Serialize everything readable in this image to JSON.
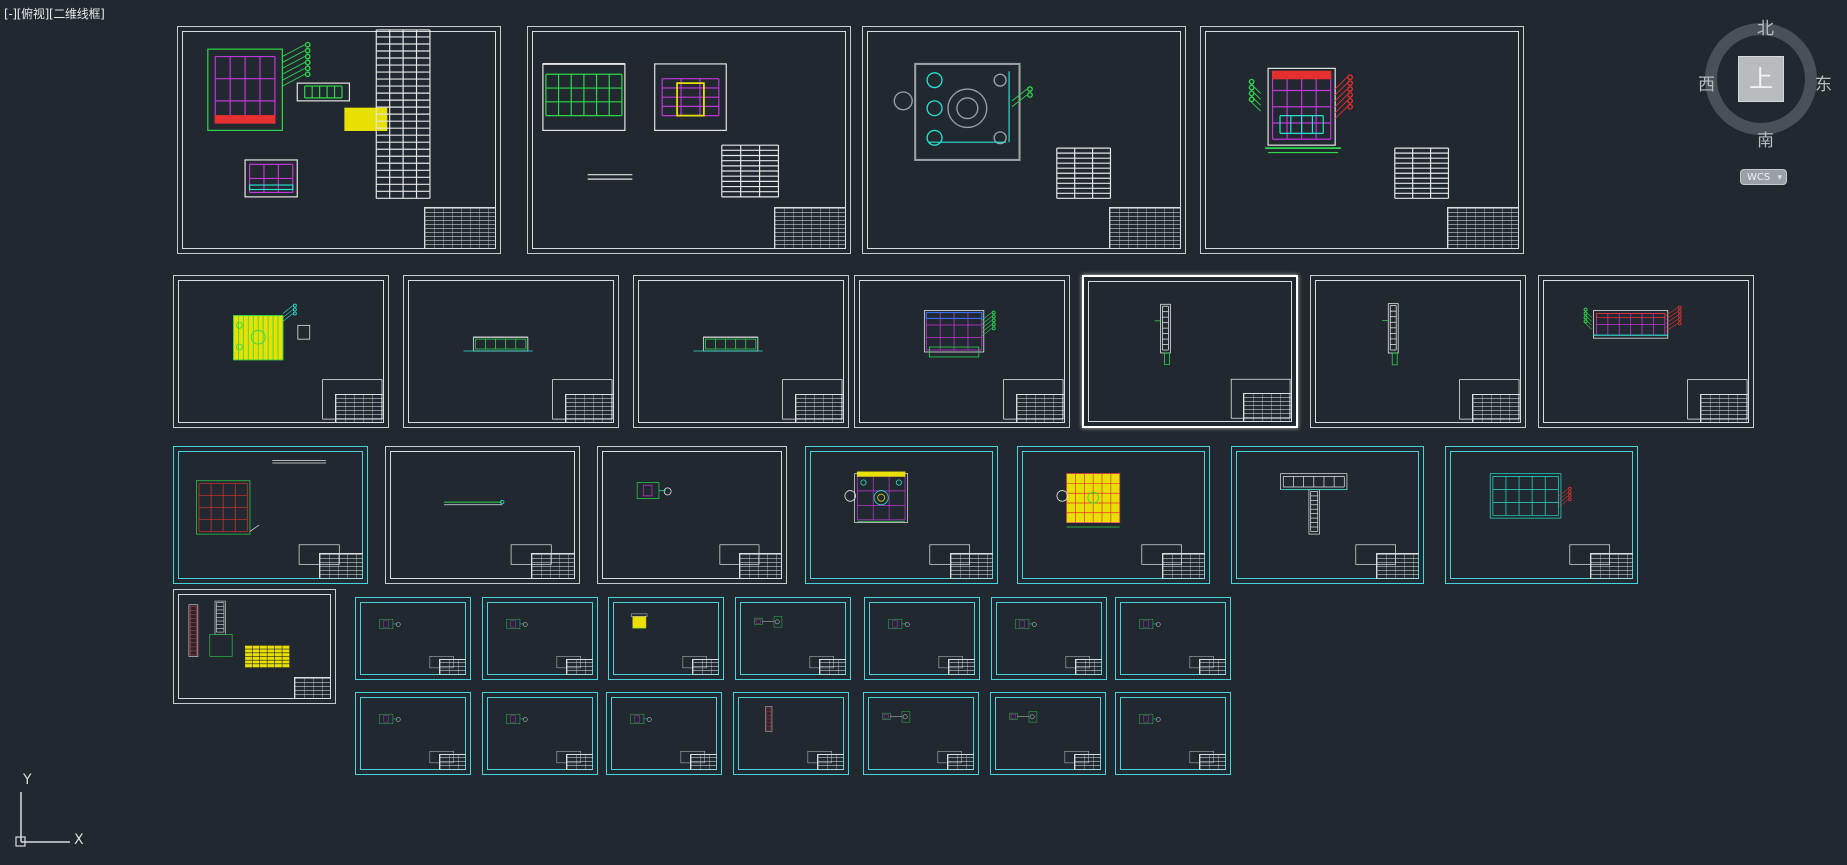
{
  "viewport": {
    "label": "[-][俯视][二维线框]"
  },
  "view_cube": {
    "north": "北",
    "south": "南",
    "east": "东",
    "west": "西",
    "top_face": "上",
    "wcs_label": "WCS",
    "wcs_caret": "▾"
  },
  "ucs_icon": {
    "y_label": "Y",
    "x_label": "X"
  },
  "colors": {
    "background": "#212830",
    "sheet_border": "#c8ccd0",
    "sheet_border_alt": "#45d3dc",
    "green": "#2ed84a",
    "yellow": "#e8e000",
    "magenta": "#c236d8",
    "red": "#e53030",
    "blue": "#3a6cf0",
    "cyan": "#27e0d0",
    "white": "#e6e6e6"
  },
  "sheets": [
    {
      "id": "s01",
      "border": "light",
      "sketch": "plan-with-notes"
    },
    {
      "id": "s02",
      "border": "light",
      "sketch": "two-elevations"
    },
    {
      "id": "s03",
      "border": "light",
      "sketch": "tank-plan-grey"
    },
    {
      "id": "s04",
      "border": "light",
      "sketch": "colored-elevation"
    },
    {
      "id": "s05",
      "border": "light",
      "sketch": "yellow-grating"
    },
    {
      "id": "s06",
      "border": "light",
      "sketch": "small-elevation"
    },
    {
      "id": "s07",
      "border": "light",
      "sketch": "small-elevation"
    },
    {
      "id": "s08",
      "border": "light",
      "sketch": "colored-frame"
    },
    {
      "id": "s09",
      "border": "selected",
      "sketch": "ladder"
    },
    {
      "id": "s10",
      "border": "light",
      "sketch": "ladder"
    },
    {
      "id": "s11",
      "border": "light",
      "sketch": "colored-section"
    },
    {
      "id": "s12",
      "border": "cyan",
      "sketch": "red-grid"
    },
    {
      "id": "s13",
      "border": "light",
      "sketch": "beam"
    },
    {
      "id": "s14",
      "border": "light",
      "sketch": "detail"
    },
    {
      "id": "s15",
      "border": "cyan",
      "sketch": "tank-plan-color"
    },
    {
      "id": "s16",
      "border": "cyan",
      "sketch": "yellow-tank"
    },
    {
      "id": "s17",
      "border": "cyan",
      "sketch": "platform-ladder"
    },
    {
      "id": "s18",
      "border": "cyan",
      "sketch": "cyan-frame"
    },
    {
      "id": "s19",
      "border": "light",
      "sketch": "ladder-yellow-table"
    },
    {
      "id": "s20",
      "border": "cyan",
      "sketch": "detail"
    },
    {
      "id": "s21",
      "border": "cyan",
      "sketch": "detail"
    },
    {
      "id": "s22",
      "border": "cyan",
      "sketch": "detail-yellow"
    },
    {
      "id": "s23",
      "border": "cyan",
      "sketch": "detail-pair"
    },
    {
      "id": "s24",
      "border": "cyan",
      "sketch": "detail"
    },
    {
      "id": "s25",
      "border": "cyan",
      "sketch": "detail"
    },
    {
      "id": "s26",
      "border": "cyan",
      "sketch": "detail"
    },
    {
      "id": "s27",
      "border": "cyan",
      "sketch": "detail"
    },
    {
      "id": "s28",
      "border": "cyan",
      "sketch": "detail"
    },
    {
      "id": "s29",
      "border": "cyan",
      "sketch": "detail"
    },
    {
      "id": "s30",
      "border": "cyan",
      "sketch": "detail-red"
    },
    {
      "id": "s31",
      "border": "cyan",
      "sketch": "detail-pair"
    },
    {
      "id": "s32",
      "border": "cyan",
      "sketch": "detail-pair"
    },
    {
      "id": "s33",
      "border": "cyan",
      "sketch": "detail"
    }
  ]
}
